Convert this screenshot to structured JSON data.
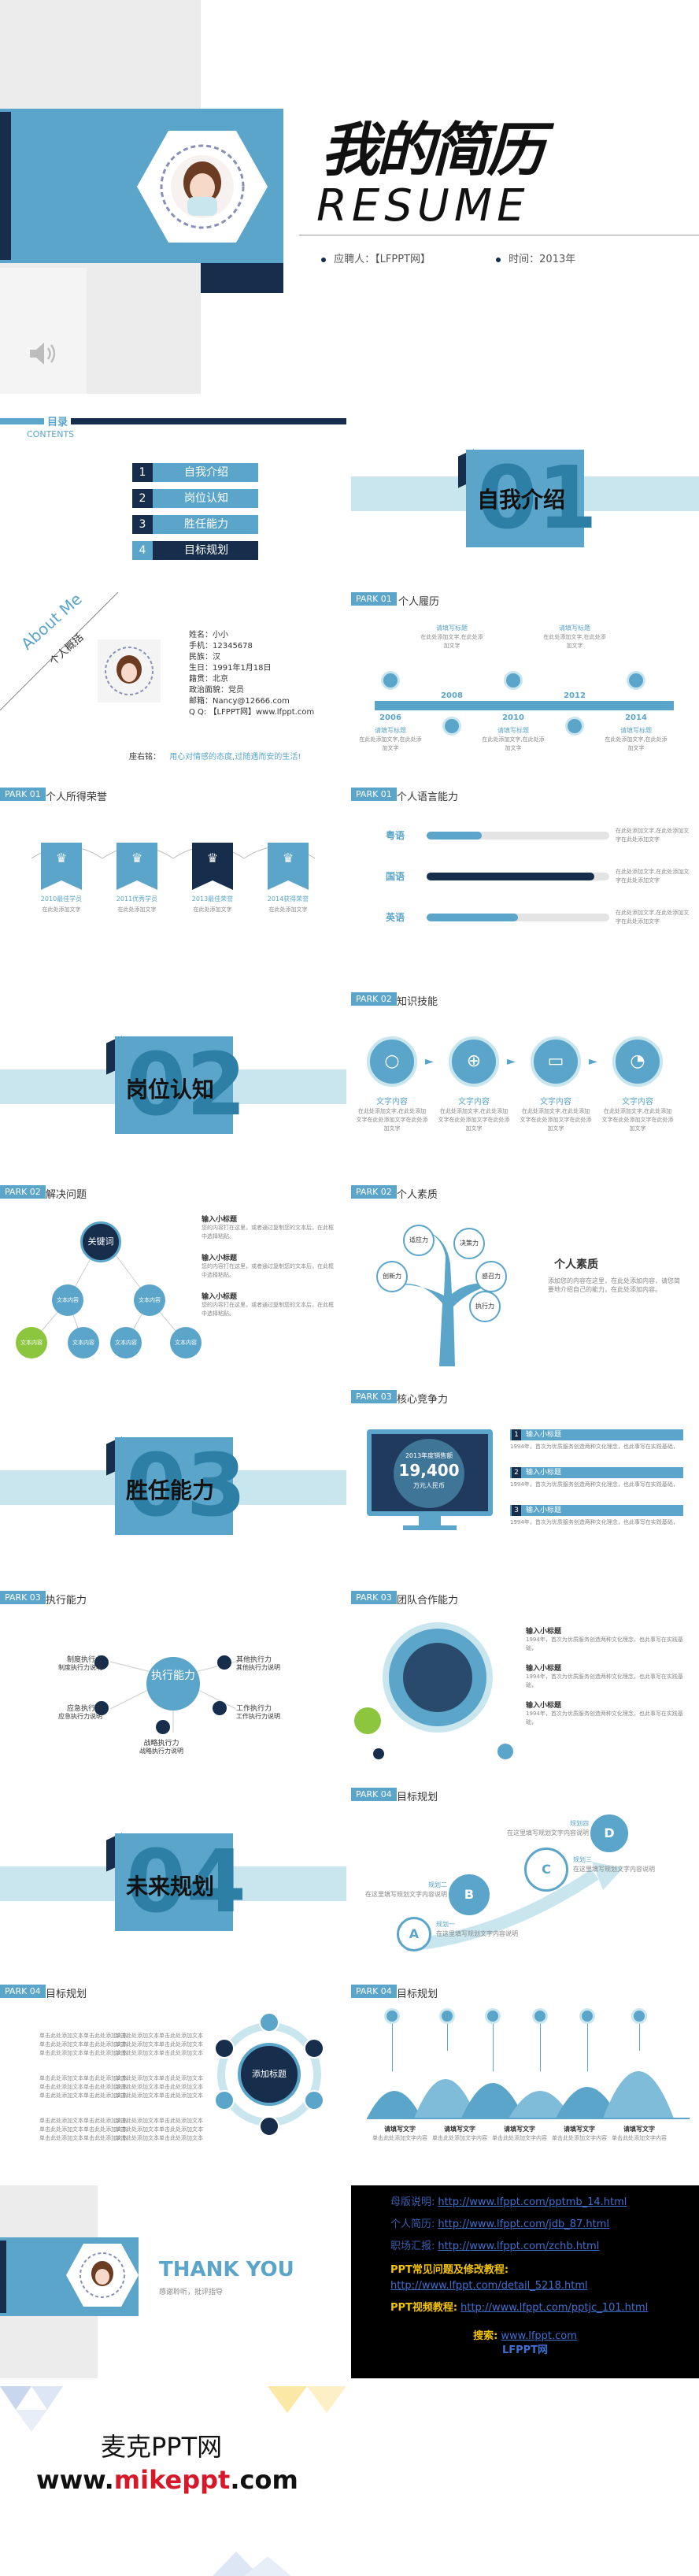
{
  "cover": {
    "title_cn": "我的简历",
    "title_en": "RESUME",
    "applicant_label": "应聘人：",
    "applicant_value": "【LFPPT网】",
    "time_label": "时间：",
    "time_value": "2013年"
  },
  "toc": {
    "title": "目录",
    "subtitle": "CONTENTS",
    "items": [
      {
        "num": "1",
        "label": "自我介绍"
      },
      {
        "num": "2",
        "label": "岗位认知"
      },
      {
        "num": "3",
        "label": "胜任能力"
      },
      {
        "num": "4",
        "label": "目标规划"
      }
    ],
    "section_num": "01",
    "section_title": "自我介绍"
  },
  "about": {
    "ribbon_en": "About Me",
    "ribbon_cn": "个人概括",
    "lines": [
      "姓名：小小",
      "手机：12345678",
      "民族：汉",
      "生日：1991年1月18日",
      "籍贯：北京",
      "政治面貌：党员",
      "邮箱：Nancy@12666.com",
      "Q Q: 【LFPPT网】www.lfppt.com"
    ],
    "motto_label": "座右铭：",
    "motto": "用心对情感的态度,过随遇而安的生活!"
  },
  "resume_timeline": {
    "tag": "PARK 01",
    "title": "个人履历",
    "years": [
      "2006",
      "2008",
      "2010",
      "2012",
      "2014"
    ],
    "heading": "请填写标题",
    "desc": "在此处添加文字,在此处添加文字"
  },
  "awards": {
    "tag": "PARK 01",
    "title": "个人所得荣誉",
    "items": [
      "2010最佳学员",
      "2011优秀学员",
      "2013最佳荣誉",
      "2014获得荣誉"
    ],
    "desc": "在此处添加文字"
  },
  "language": {
    "tag": "PARK 01",
    "title": "个人语言能力",
    "rows": [
      {
        "label": "粤语",
        "level": 0.3
      },
      {
        "label": "国语",
        "level": 0.92
      },
      {
        "label": "英语",
        "level": 0.5
      }
    ],
    "desc": "在此处添加文字,在此处添加文字在此处添加文字"
  },
  "section2": {
    "num": "02",
    "title": "岗位认知"
  },
  "knowledge": {
    "tag": "PARK 02",
    "title": "知识技能",
    "items": [
      {
        "icon": "person-icon",
        "label": "文字内容"
      },
      {
        "icon": "globe-icon",
        "label": "文字内容"
      },
      {
        "icon": "laptop-icon",
        "label": "文字内容"
      },
      {
        "icon": "piggy-bank-icon",
        "label": "文字内容"
      }
    ],
    "desc": "在此处添加文字,在此处添加文字在此处添加文字在此处添加文字"
  },
  "problem": {
    "tag": "PARK 02",
    "title": "解决问题",
    "center": "关键词",
    "nodes": [
      "文本内容",
      "文本内容",
      "文本内容",
      "文本内容",
      "文本内容",
      "文本内容"
    ],
    "bullets": [
      "输入小标题",
      "输入小标题",
      "输入小标题"
    ],
    "bullet_desc": "您的内容打在这里，或者通过复制您的文本后，在此框中选择粘贴。"
  },
  "quality": {
    "tag": "PARK 02",
    "title": "个人素质",
    "leaves": [
      "适应力",
      "决策力",
      "创新力",
      "感召力",
      "执行力"
    ],
    "heading": "个人素质",
    "desc": "添加您的内容在这里，在此处添加内容，请您简要地介绍自己的能力，在此处添加内容。"
  },
  "section3": {
    "num": "03",
    "title": "胜任能力"
  },
  "core": {
    "tag": "PARK 03",
    "title": "核心竞争力",
    "stat_label": "2013年度销售额",
    "stat_value": "19,400",
    "stat_unit": "万元人民币",
    "items": [
      {
        "num": "1",
        "label": "输入小标题"
      },
      {
        "num": "2",
        "label": "输入小标题"
      },
      {
        "num": "3",
        "label": "输入小标题"
      }
    ],
    "desc": "1994年，首次为优质服务创造两种文化理念，也此事写在实践基础，"
  },
  "execution": {
    "tag": "PARK 03",
    "title": "执行能力",
    "center": "执行能力",
    "items": [
      "制度执行力",
      "其他执行力",
      "应急执行力",
      "工作执行力",
      "战略执行力"
    ],
    "subs": [
      "制度执行力说明",
      "其他执行力说明",
      "应急执行力说明",
      "工作执行力说明",
      "战略执行力说明"
    ]
  },
  "teamwork": {
    "tag": "PARK 03",
    "title": "团队合作能力",
    "bullets": [
      "输入小标题",
      "输入小标题",
      "输入小标题"
    ],
    "desc": "1994年，首次为优质服务创造两种文化理念，也此事写在实践基础，"
  },
  "section4": {
    "num": "04",
    "title": "未来规划"
  },
  "goal1": {
    "tag": "PARK 04",
    "title": "目标规划",
    "nodes": [
      {
        "letter": "A",
        "heading": "规划一"
      },
      {
        "letter": "B",
        "heading": "规划二"
      },
      {
        "letter": "C",
        "heading": "规划三"
      },
      {
        "letter": "D",
        "heading": "规划四"
      }
    ],
    "desc": "在这里填写规划文字内容说明"
  },
  "goal2": {
    "tag": "PARK 04",
    "title": "目标规划",
    "center": "添加标题",
    "desc": "单击此处添加文本单击此处添加文本"
  },
  "goal3": {
    "tag": "PARK 04",
    "title": "目标规划",
    "heading": "请填写文字",
    "desc": "单击此处添加文字内容"
  },
  "thanks": {
    "title": "THANK YOU",
    "subtitle": "感谢聆听，批评指导"
  },
  "links": [
    {
      "label": "母版说明:",
      "url": "http://www.lfppt.com/pptmb_14.html"
    },
    {
      "label": "个人简历:",
      "url": "http://www.lfppt.com/jdb_87.html"
    },
    {
      "label": "职场汇报:",
      "url": "http://www.lfppt.com/zchb.html"
    },
    {
      "label": "PPT常见问题及修改教程:",
      "url": "http://www.lfppt.com/detail_5218.html"
    },
    {
      "label": "PPT视频教程:",
      "url": "http://www.lfppt.com/pptjc_101.html"
    }
  ],
  "search": {
    "label": "搜索:",
    "url": "www.lfppt.com",
    "brand": "LFPPT网"
  },
  "footer": {
    "brand_cn": "麦克PPT网",
    "url_prefix": "www.",
    "url_mid": "mikeppt",
    "url_suffix": ".com"
  },
  "colors": {
    "accent": "#5aa5c9",
    "navy": "#162d4b",
    "light": "#c9e6ee",
    "green": "#8cc63f",
    "red": "#d7182a"
  }
}
